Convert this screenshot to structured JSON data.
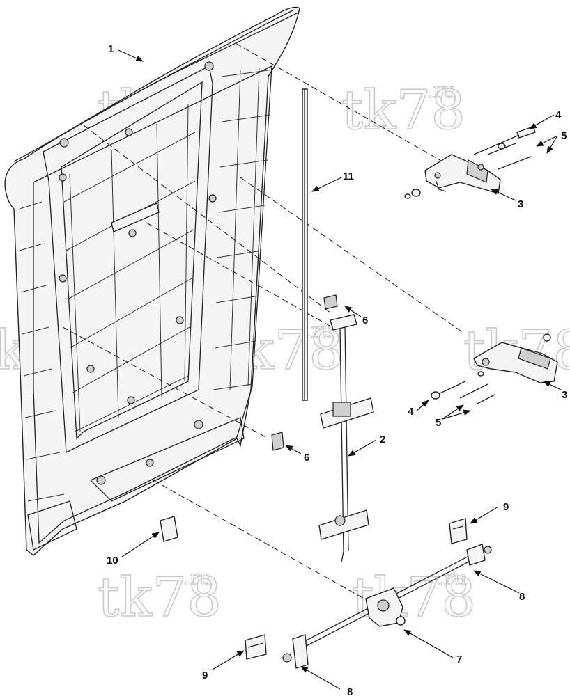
{
  "watermark": {
    "main": "tk78",
    "suffix": ".ru"
  },
  "callouts": {
    "c1": "1",
    "c2": "2",
    "c3a": "3",
    "c3b": "3",
    "c4a": "4",
    "c4b": "4",
    "c5a": "5",
    "c5b": "5",
    "c6a": "6",
    "c6b": "6",
    "c7": "7",
    "c8a": "8",
    "c8b": "8",
    "c9a": "9",
    "c9b": "9",
    "c10": "10",
    "c11": "11"
  }
}
